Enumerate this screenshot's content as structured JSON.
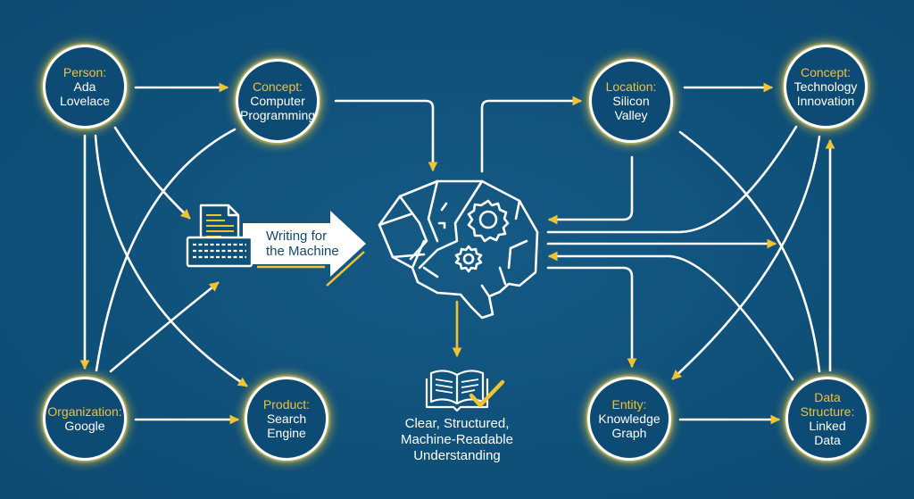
{
  "colors": {
    "background": "#0f5079",
    "accent": "#f2c230",
    "line": "#ffffff",
    "banner_text": "#124a73"
  },
  "nodes": [
    {
      "id": "ada",
      "type": "Person:",
      "name": [
        "Ada",
        "Lovelace"
      ]
    },
    {
      "id": "programming",
      "type": "Concept:",
      "name": [
        "Computer",
        "Programming"
      ]
    },
    {
      "id": "google",
      "type": "Organization:",
      "name": [
        "Google"
      ]
    },
    {
      "id": "search",
      "type": "Product:",
      "name": [
        "Search",
        "Engine"
      ]
    },
    {
      "id": "silicon",
      "type": "Location:",
      "name": [
        "Silicon",
        "Valley"
      ]
    },
    {
      "id": "innovation",
      "type": "Concept:",
      "name": [
        "Technology",
        "Innovation"
      ]
    },
    {
      "id": "kg",
      "type": "Entity:",
      "name": [
        "Knowledge",
        "Graph"
      ]
    },
    {
      "id": "linked",
      "type": "Data Structure:",
      "type_lines": [
        "Data",
        "Structure:"
      ],
      "name": [
        "Linked",
        "Data"
      ]
    }
  ],
  "center": {
    "icon": "brain-gears-icon"
  },
  "writing_banner": {
    "icon": "document-keyboard-icon",
    "label_lines": [
      "Writing for",
      "the Machine"
    ]
  },
  "output": {
    "icon": "open-book-check-icon",
    "label_lines": [
      "Clear, Structured,",
      "Machine-Readable",
      "Understanding"
    ]
  },
  "edges": [
    {
      "from": "ada",
      "to": "programming"
    },
    {
      "from": "ada",
      "to": "google"
    },
    {
      "from": "ada",
      "to": "writing"
    },
    {
      "from": "ada",
      "to": "search"
    },
    {
      "from": "programming",
      "to": "brain"
    },
    {
      "from": "programming",
      "to": "google"
    },
    {
      "from": "google",
      "to": "search"
    },
    {
      "from": "google",
      "to": "writing"
    },
    {
      "from": "writing",
      "to": "brain"
    },
    {
      "from": "brain",
      "to": "silicon"
    },
    {
      "from": "brain",
      "to": "output"
    },
    {
      "from": "silicon",
      "to": "innovation"
    },
    {
      "from": "silicon",
      "to": "brain"
    },
    {
      "from": "brain",
      "to": "linked"
    },
    {
      "from": "innovation",
      "to": "brain"
    },
    {
      "from": "linked",
      "to": "brain"
    },
    {
      "from": "brain",
      "to": "kg"
    },
    {
      "from": "innovation",
      "to": "kg"
    },
    {
      "from": "kg",
      "to": "linked"
    },
    {
      "from": "linked",
      "to": "innovation"
    },
    {
      "from": "silicon",
      "to": "linked"
    }
  ]
}
